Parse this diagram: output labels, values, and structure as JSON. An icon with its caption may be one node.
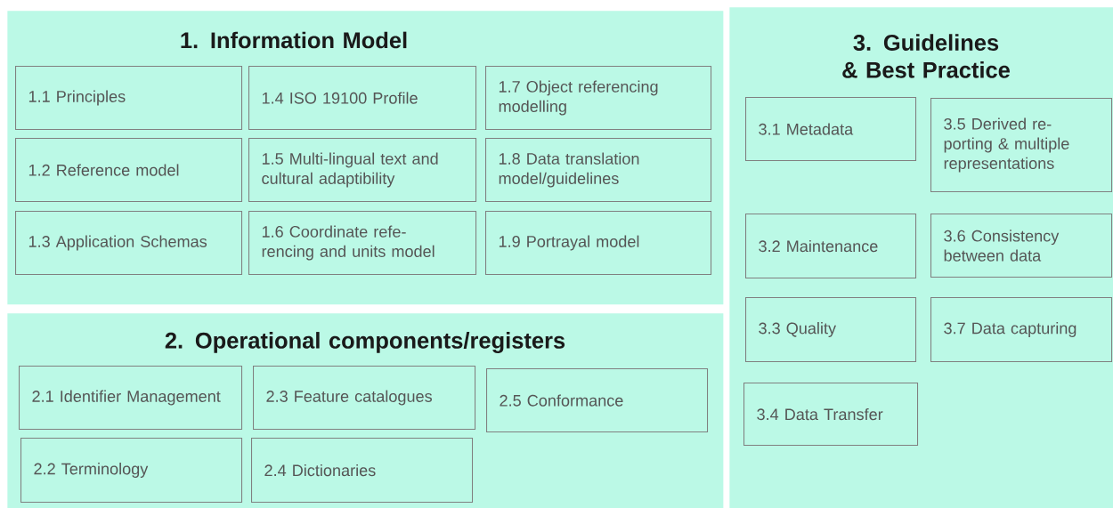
{
  "diagram": {
    "nodes": [
      {
        "text": [
          "1. Information Model"
        ]
      },
      {
        "text": [
          "1.1 Principles"
        ],
        "in": 0
      },
      {
        "text": [
          "1.2 Reference model"
        ],
        "in": 0
      },
      {
        "text": [
          "1.3 Application Schemas"
        ],
        "in": 0
      },
      {
        "text": [
          "1.4 ISO 19100 Profile"
        ],
        "in": 0
      },
      {
        "text": [
          "1.5 Multi-lingual text and cultural adaptibility"
        ],
        "in": 0
      },
      {
        "text": [
          "1.6 Coordinate refe- rencing and units model"
        ],
        "in": 0
      },
      {
        "text": [
          "1.7 Object referencing modelling"
        ],
        "in": 0
      },
      {
        "text": [
          "1.8 Data translation model/guidelines"
        ],
        "in": 0
      },
      {
        "text": [
          "1.9 Portrayal model"
        ],
        "in": 0
      },
      {
        "text": [
          "2. Operational components/registers"
        ]
      },
      {
        "text": [
          "2.1 Identifier Management"
        ],
        "in": 10
      },
      {
        "text": [
          "2.2 Terminology"
        ],
        "in": 10
      },
      {
        "text": [
          "2.3 Feature catalogues"
        ],
        "in": 10
      },
      {
        "text": [
          "2.4 Dictionaries"
        ],
        "in": 10
      },
      {
        "text": [
          "2.5 Conformance"
        ],
        "in": 10
      },
      {
        "text": [
          "3. Guidelines & Best Practice"
        ]
      },
      {
        "text": [
          "3.1 Metadata"
        ],
        "in": 16
      },
      {
        "text": [
          "3.2 Maintenance"
        ],
        "in": 16
      },
      {
        "text": [
          "3.3 Quality"
        ],
        "in": 16
      },
      {
        "text": [
          "3.4 Data Transfer"
        ],
        "in": 16
      },
      {
        "text": [
          "3.5 Derived re- porting & multiple representations"
        ],
        "in": 16
      },
      {
        "text": [
          "3.6 Consistency between data"
        ],
        "in": 16
      },
      {
        "text": [
          "3.7 Data capturing"
        ],
        "in": 16
      }
    ]
  }
}
